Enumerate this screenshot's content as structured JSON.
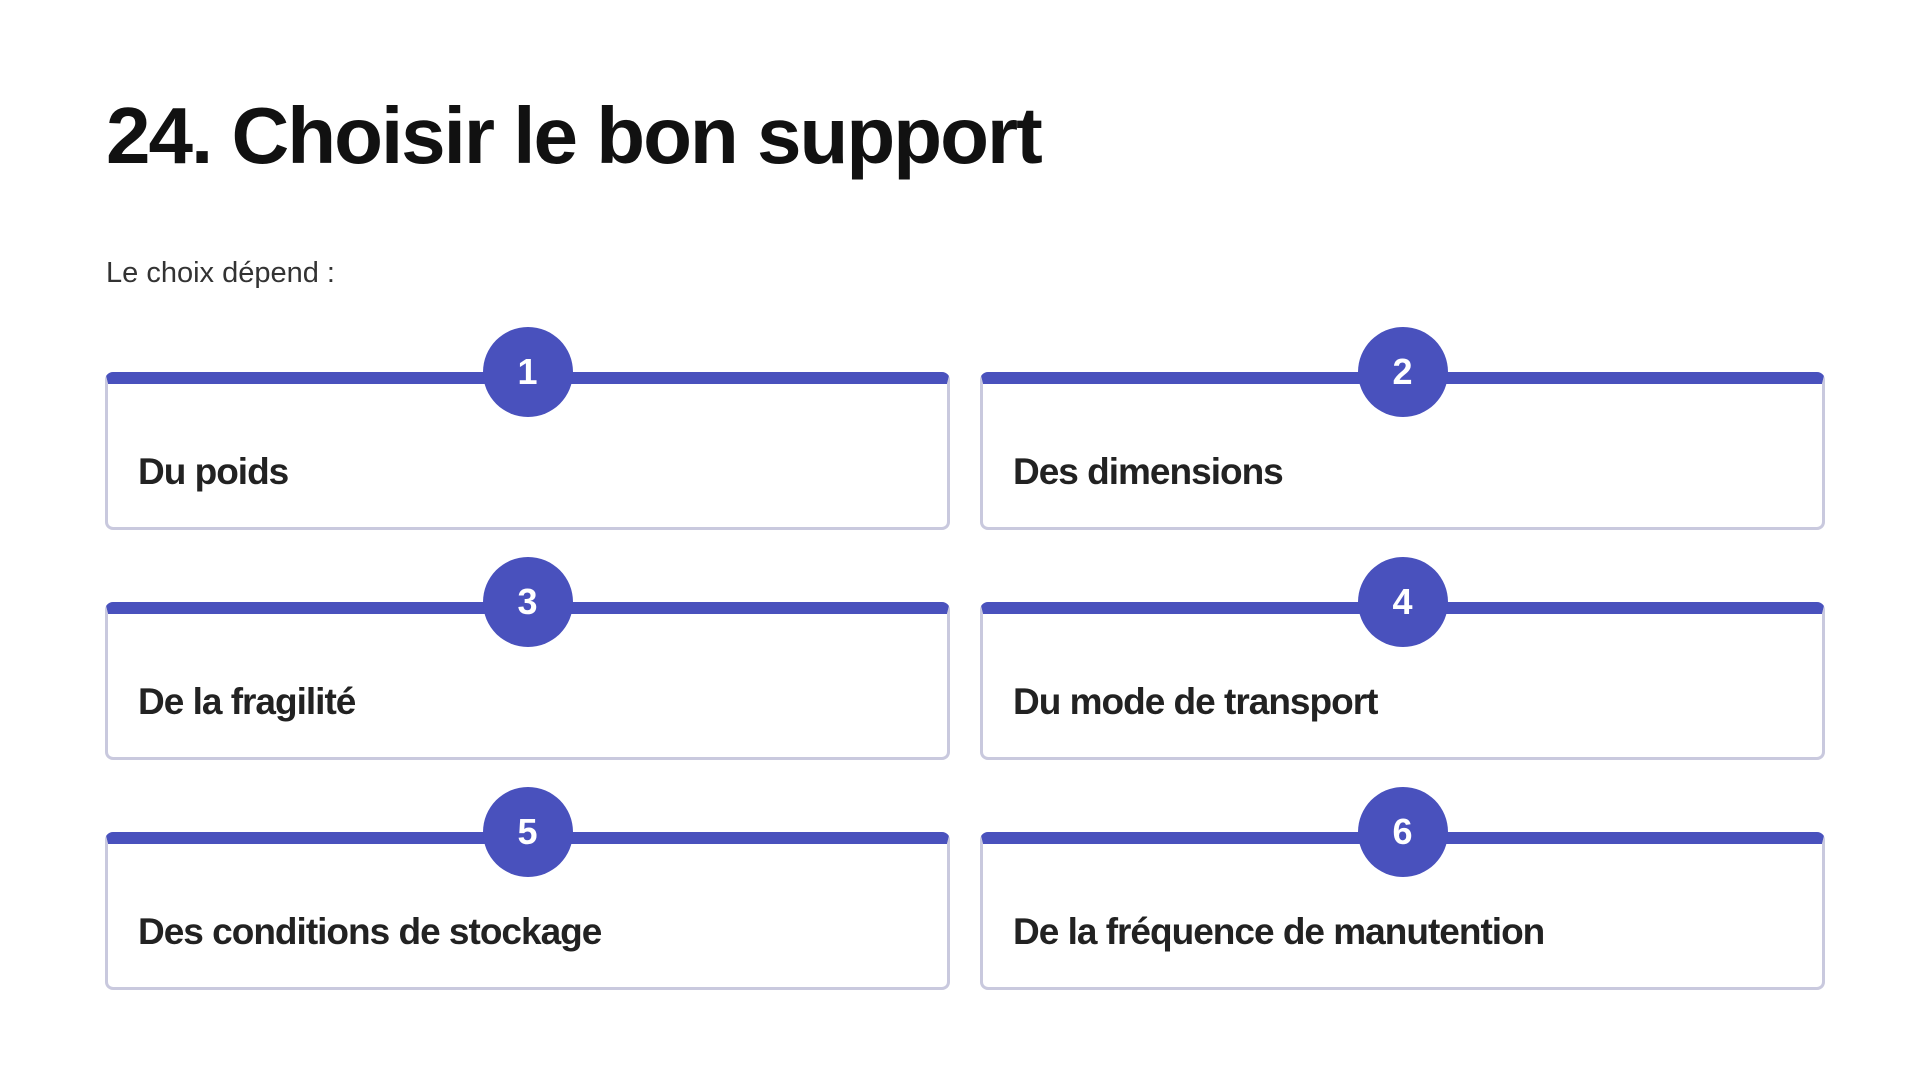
{
  "slide": {
    "title": "24. Choisir le bon support",
    "subtitle": "Le choix dépend :"
  },
  "cards": [
    {
      "number": "1",
      "label": "Du poids"
    },
    {
      "number": "2",
      "label": "Des dimensions"
    },
    {
      "number": "3",
      "label": "De la fragilité"
    },
    {
      "number": "4",
      "label": "Du mode de transport"
    },
    {
      "number": "5",
      "label": "Des conditions de stockage"
    },
    {
      "number": "6",
      "label": "De la fréquence de manutention"
    }
  ],
  "colors": {
    "accent": "#4951bd",
    "card_border": "#c9c9de",
    "text": "#222222"
  }
}
